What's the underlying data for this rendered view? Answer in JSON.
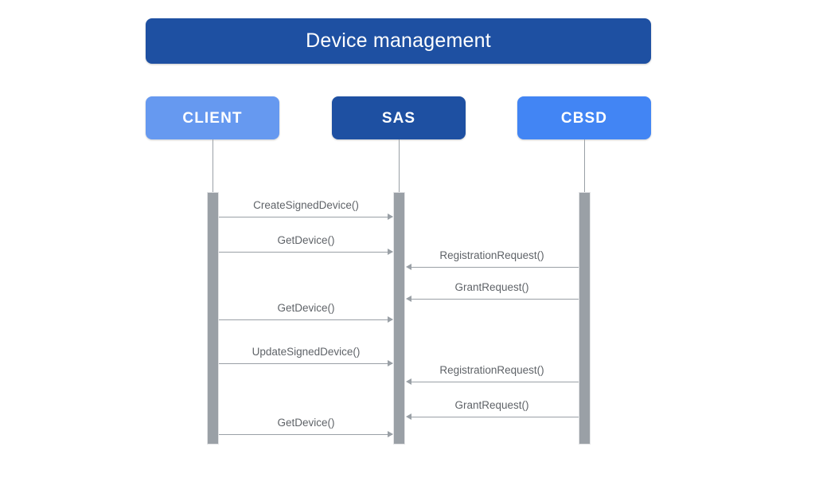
{
  "diagram": {
    "title": "Device management",
    "type": "sequence-diagram",
    "participants": [
      {
        "id": "client",
        "label": "CLIENT",
        "color": "#6699f0"
      },
      {
        "id": "sas",
        "label": "SAS",
        "color": "#1e50a2"
      },
      {
        "id": "cbsd",
        "label": "CBSD",
        "color": "#4285f4"
      }
    ],
    "colors": {
      "title_bar": "#1e50a2",
      "title_text": "#ffffff",
      "activation_bar": "#9aa0a6",
      "message_line": "#9aa0a6",
      "message_label": "#5f6368",
      "lifeline": "#9aa0a6",
      "background": "#ffffff"
    },
    "messages": [
      {
        "label": "CreateSignedDevice()",
        "from": "client",
        "to": "sas",
        "direction": "right"
      },
      {
        "label": "GetDevice()",
        "from": "client",
        "to": "sas",
        "direction": "right"
      },
      {
        "label": "RegistrationRequest()",
        "from": "cbsd",
        "to": "sas",
        "direction": "left"
      },
      {
        "label": "GrantRequest()",
        "from": "cbsd",
        "to": "sas",
        "direction": "left"
      },
      {
        "label": "GetDevice()",
        "from": "client",
        "to": "sas",
        "direction": "right"
      },
      {
        "label": "UpdateSignedDevice()",
        "from": "client",
        "to": "sas",
        "direction": "right"
      },
      {
        "label": "RegistrationRequest()",
        "from": "cbsd",
        "to": "sas",
        "direction": "left"
      },
      {
        "label": "GrantRequest()",
        "from": "cbsd",
        "to": "sas",
        "direction": "left"
      },
      {
        "label": "GetDevice()",
        "from": "client",
        "to": "sas",
        "direction": "right"
      }
    ]
  }
}
